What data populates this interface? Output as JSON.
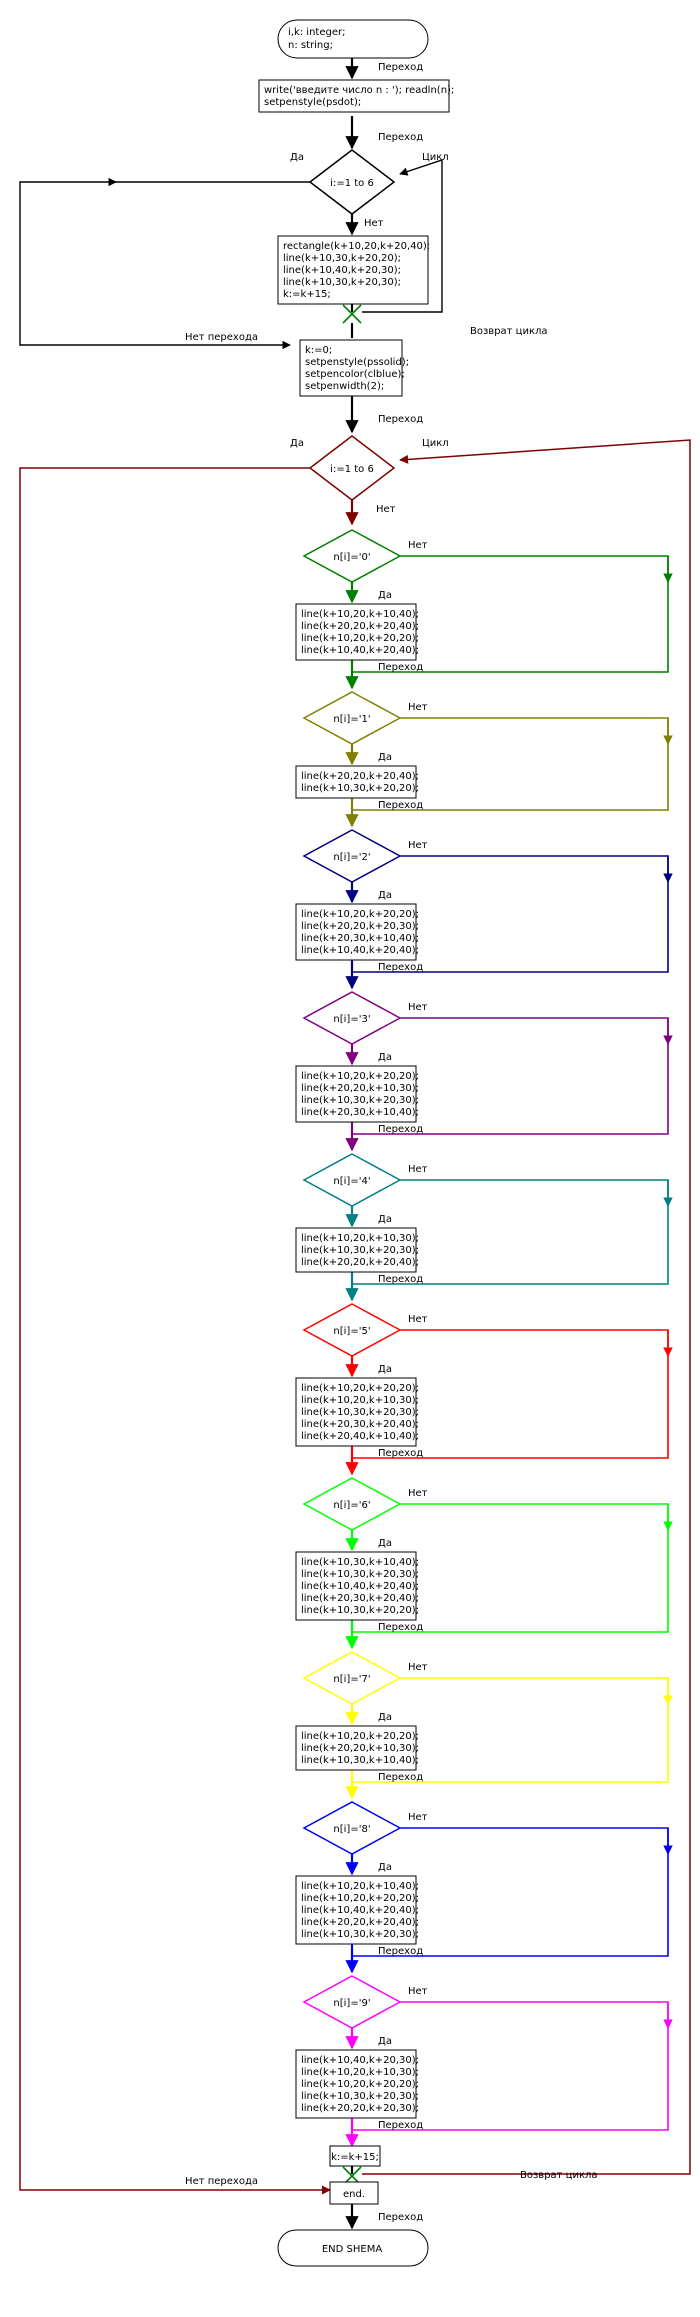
{
  "terminals": {
    "start": [
      "i,k: integer;",
      "n: string;"
    ],
    "end": "END SHEMA"
  },
  "labels": {
    "transition": "Переход",
    "yes": "Да",
    "no": "Нет",
    "cycle": "Цикл",
    "no_transition": "Нет перехода",
    "cycle_return": "Возврат цикла"
  },
  "init_block": [
    "write('введите число n : '); readln(n);",
    "setpenstyle(psdot);"
  ],
  "loop1": {
    "condition": "i:=1 to 6",
    "body": [
      "rectangle(k+10,20,k+20,40);",
      "line(k+10,30,k+20,20);",
      "line(k+10,40,k+20,30);",
      "line(k+10,30,k+20,30);",
      "k:=k+15;"
    ]
  },
  "setup_block": [
    "k:=0;",
    "setpenstyle(pssolid);",
    "setpencolor(clblue);",
    "setpenwidth(2);"
  ],
  "loop2": {
    "condition": "i:=1 to 6",
    "digits": [
      {
        "condition": "n[i]='0'",
        "color": "#008000",
        "body": [
          "line(k+10,20,k+10,40);",
          "line(k+20,20,k+20,40);",
          "line(k+10,20,k+20,20);",
          "line(k+10,40,k+20,40);"
        ]
      },
      {
        "condition": "n[i]='1'",
        "color": "#808000",
        "body": [
          "line(k+20,20,k+20,40);",
          "line(k+10,30,k+20,20);"
        ]
      },
      {
        "condition": "n[i]='2'",
        "color": "#000080",
        "body": [
          "line(k+10,20,k+20,20);",
          "line(k+20,20,k+20,30);",
          "line(k+20,30,k+10,40);",
          "line(k+10,40,k+20,40);"
        ]
      },
      {
        "condition": "n[i]='3'",
        "color": "#800080",
        "body": [
          "line(k+10,20,k+20,20);",
          "line(k+20,20,k+10,30);",
          "line(k+10,30,k+20,30);",
          "line(k+20,30,k+10,40);"
        ]
      },
      {
        "condition": "n[i]='4'",
        "color": "#008080",
        "body": [
          "line(k+10,20,k+10,30);",
          "line(k+10,30,k+20,30);",
          "line(k+20,20,k+20,40);"
        ]
      },
      {
        "condition": "n[i]='5'",
        "color": "#ff0000",
        "body": [
          "line(k+10,20,k+20,20);",
          "line(k+10,20,k+10,30);",
          "line(k+10,30,k+20,30);",
          "line(k+20,30,k+20,40);",
          "line(k+20,40,k+10,40);"
        ]
      },
      {
        "condition": "n[i]='6'",
        "color": "#00ff00",
        "body": [
          "line(k+10,30,k+10,40);",
          "line(k+10,30,k+20,30);",
          "line(k+10,40,k+20,40);",
          "line(k+20,30,k+20,40);",
          "line(k+10,30,k+20,20);"
        ]
      },
      {
        "condition": "n[i]='7'",
        "color": "#ffff00",
        "body": [
          "line(k+10,20,k+20,20);",
          "line(k+20,20,k+10,30);",
          "line(k+10,30,k+10,40);"
        ]
      },
      {
        "condition": "n[i]='8'",
        "color": "#0000ff",
        "body": [
          "line(k+10,20,k+10,40);",
          "line(k+10,20,k+20,20);",
          "line(k+10,40,k+20,40);",
          "line(k+20,20,k+20,40);",
          "line(k+10,30,k+20,30);"
        ]
      },
      {
        "condition": "n[i]='9'",
        "color": "#ff00ff",
        "body": [
          "line(k+10,40,k+20,30);",
          "line(k+10,20,k+10,30);",
          "line(k+10,20,k+20,20);",
          "line(k+10,30,k+20,30);",
          "line(k+20,20,k+20,30);"
        ]
      }
    ],
    "increment": "k:=k+15;"
  },
  "end_block": "end.",
  "colors": {
    "loop1_return": "#000000",
    "loop2_return": "#800000",
    "node_outline": "#000000"
  }
}
